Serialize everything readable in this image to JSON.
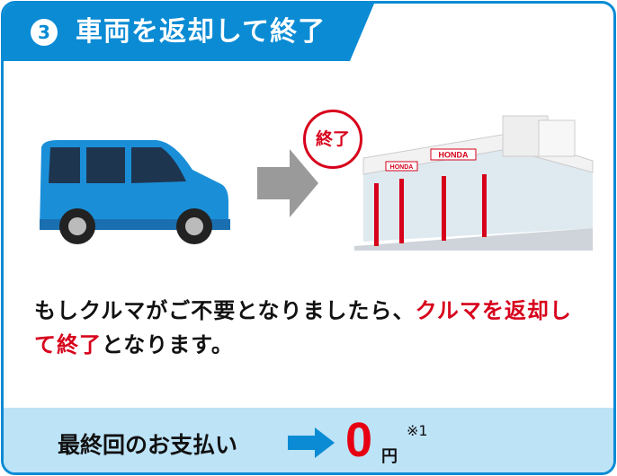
{
  "header": {
    "step_number": "3",
    "title": "車両を返却して終了"
  },
  "illustration": {
    "badge_label": "終了",
    "building_sign": "HONDA",
    "colors": {
      "van": "#1a8fd8",
      "arrow": "#9a9a9a",
      "badge": "#d7001b"
    }
  },
  "message": {
    "part1": "もしクルマがご不要となりましたら、",
    "highlight1": "クルマを返却して終了",
    "part2": "となります。"
  },
  "footer": {
    "label": "最終回のお支払い",
    "amount": "0",
    "unit": "円",
    "note": "※1"
  },
  "colors": {
    "accent": "#0a8bd4",
    "footer_bg": "#bde3f7",
    "highlight": "#d7001b"
  }
}
